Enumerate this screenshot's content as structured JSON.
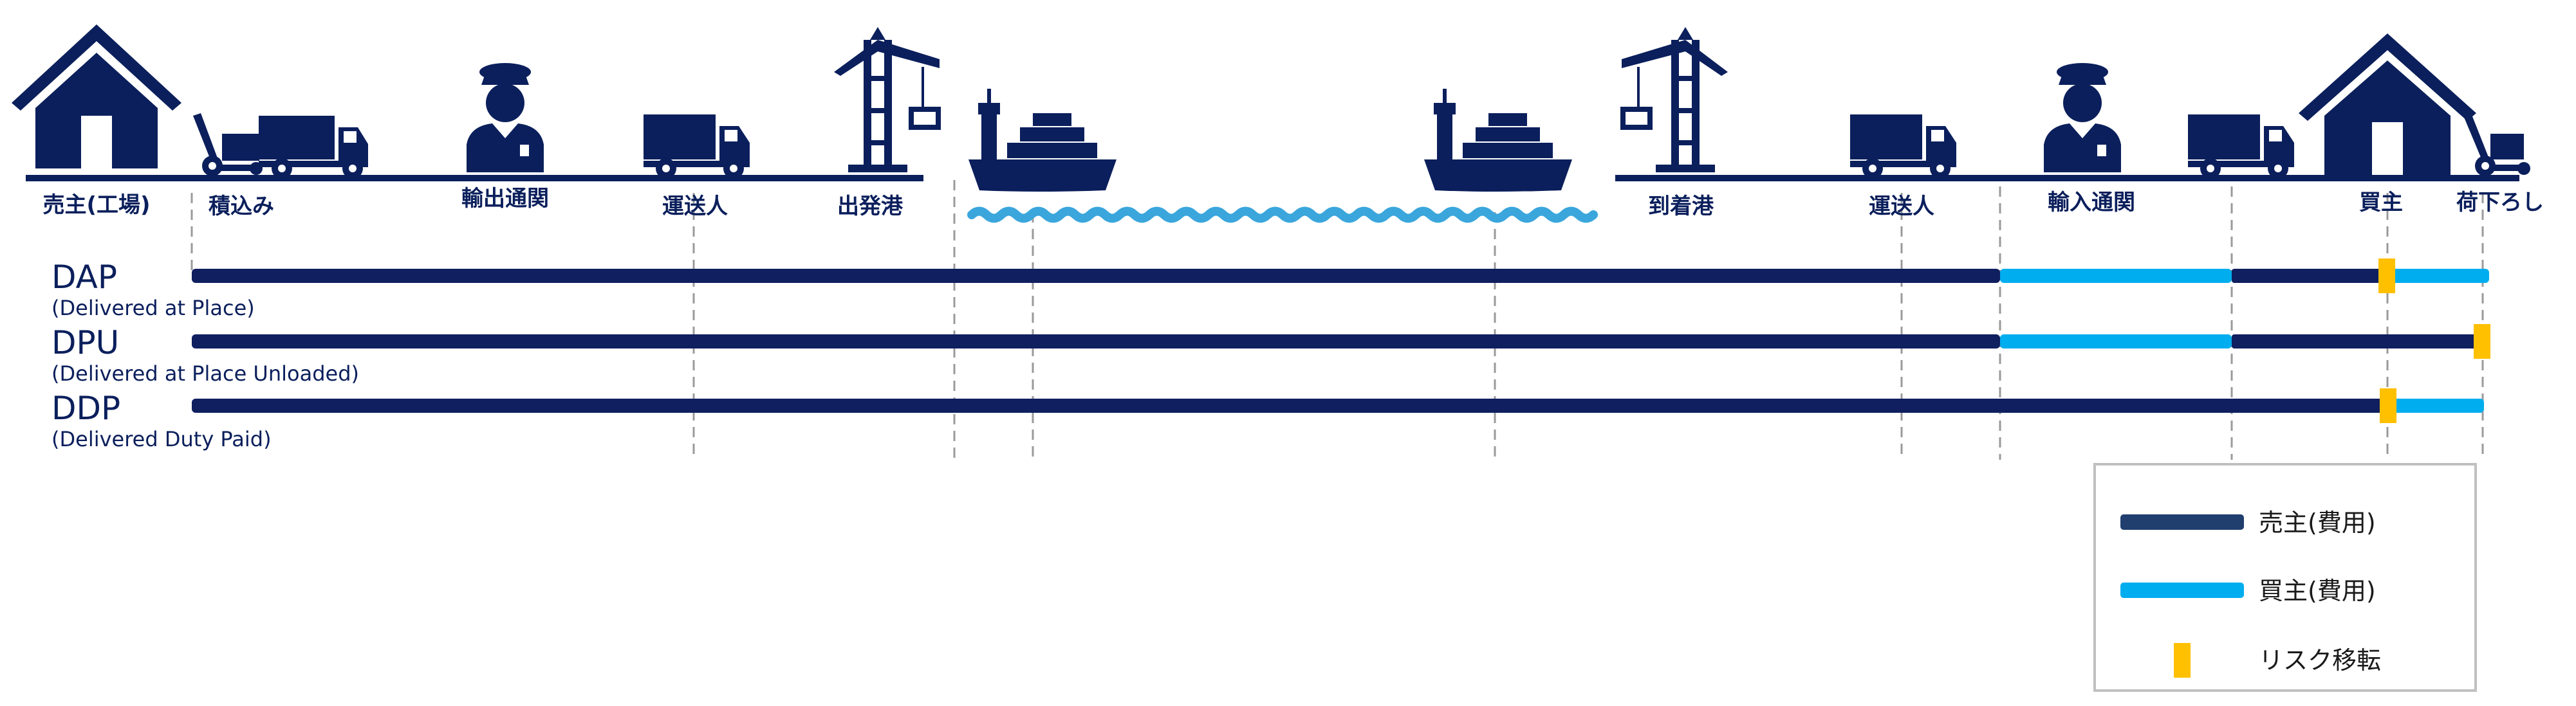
{
  "colors": {
    "navy": "#0b1f5c",
    "seller_bar": "#0f1f5f",
    "seller_legend": "#203f6f",
    "buyer": "#00adef",
    "risk": "#ffc000",
    "wave": "#3aa6dc",
    "dash": "#9a9a9a"
  },
  "stages": {
    "seller": "売主(工場)",
    "loading": "積込み",
    "export_clearance": "輸出通関",
    "carrier1": "運送人",
    "departure_port": "出発港",
    "arrival_port": "到着港",
    "carrier2": "運送人",
    "import_clearance": "輸入通関",
    "buyer": "買主",
    "unloading": "荷下ろし"
  },
  "icons": [
    "warehouse-icon",
    "forklift-icon",
    "truck-icon",
    "customs-officer-icon",
    "truck-icon",
    "crane-icon",
    "cargo-ship-icon",
    "wave-icon",
    "cargo-ship-icon",
    "crane-icon",
    "truck-icon",
    "customs-officer-icon",
    "truck-icon",
    "warehouse-icon",
    "forklift-icon"
  ],
  "terms": [
    {
      "code": "DAP",
      "full": "(Delivered at Place)"
    },
    {
      "code": "DPU",
      "full": "(Delivered at Place Unloaded)"
    },
    {
      "code": "DDP",
      "full": "(Delivered Duty Paid)"
    }
  ],
  "legend": {
    "seller_cost": "売主(費用)",
    "buyer_cost": "買主(費用)",
    "risk_transfer": "リスク移転"
  }
}
